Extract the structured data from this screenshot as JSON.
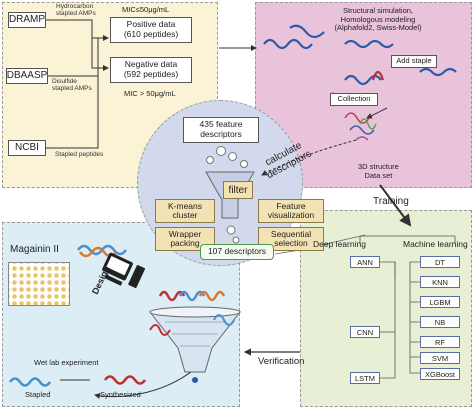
{
  "colors": {
    "panel_db": "#fbf3d5",
    "panel_struct": "#e8c3d9",
    "panel_ml": "#e7efd5",
    "panel_wet": "#dcedf6",
    "center_circle": "#d3d9ec",
    "filter_tan": "#f3e2b3",
    "model_border": "#5a6ea0",
    "arrow": "#333333"
  },
  "databases": {
    "dramp": "DRAMP",
    "dbaasp": "DBAASP",
    "ncbi": "NCBI",
    "hydrocarbon_label": "Hydrocarbon\nstapled AMPs",
    "disulfide_label": "Disulfide\nstapled AMPs",
    "stapled_peptides_label": "Stapled peptides",
    "mic_low": "MIC≤50μg/mL",
    "mic_high": "MIC > 50μg/mL",
    "positive": "Positive data\n(610 peptides)",
    "negative": "Negative data\n(592 peptides)"
  },
  "structure": {
    "simulation": "Structural simulation,\nHomologous modeling\n(Alphafold2, Swiss-Model)",
    "add_staple": "Add staple",
    "collection": "Collection",
    "dataset": "3D structure\nData set"
  },
  "center": {
    "feature_descriptors": "435 feature\ndescriptors",
    "calculate": "calculate\ndescriptors",
    "filter": "filter",
    "kmeans": "K-means\ncluster",
    "feature_vis": "Feature\nvisualization",
    "wrapper": "Wrapper\npacking",
    "sequential": "Sequential\nselection",
    "descriptors_107": "107 descriptors"
  },
  "ml": {
    "training": "Training",
    "deep_learning": "Deep learning",
    "machine_learning": "Machine learning",
    "dl_models": [
      "ANN",
      "CNN",
      "LSTM"
    ],
    "ml_models": [
      "DT",
      "KNN",
      "LGBM",
      "NB",
      "RF",
      "SVM",
      "XGBoost"
    ]
  },
  "wet": {
    "magainin": "Magainin II",
    "design": "Design",
    "wet_lab": "Wet lab experiment",
    "stapled": "Stapled",
    "synthesized": "Synthesized",
    "verification": "Verification"
  }
}
